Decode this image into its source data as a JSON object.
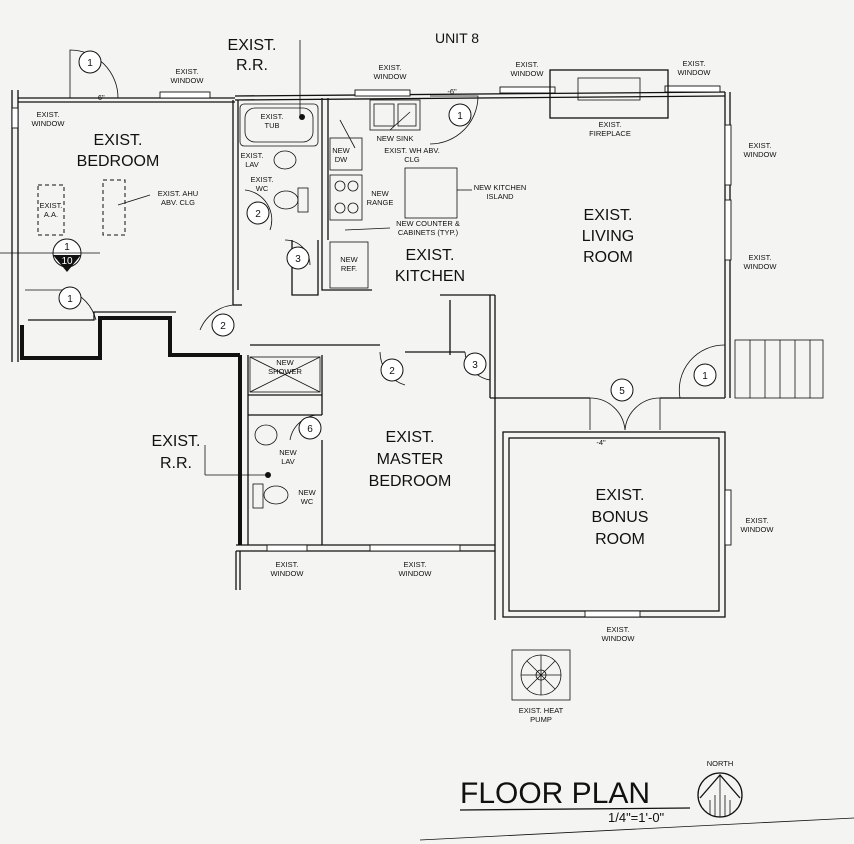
{
  "unit": "UNIT 8",
  "title": "FLOOR PLAN",
  "scale": "1/4\"=1'-0\"",
  "north_label": "NORTH",
  "rooms": {
    "bedroom": [
      "EXIST.",
      "BEDROOM"
    ],
    "rr_top": [
      "EXIST.",
      "R.R."
    ],
    "kitchen": [
      "EXIST.",
      "KITCHEN"
    ],
    "living": [
      "EXIST.",
      "LIVING",
      "ROOM"
    ],
    "rr_bottom": [
      "EXIST.",
      "R.R."
    ],
    "master": [
      "EXIST.",
      "MASTER",
      "BEDROOM"
    ],
    "bonus": [
      "EXIST.",
      "BONUS",
      "ROOM"
    ]
  },
  "notes": {
    "window": [
      "EXIST.",
      "WINDOW"
    ],
    "fireplace": [
      "EXIST.",
      "FIREPLACE"
    ],
    "tub": [
      "EXIST.",
      "TUB"
    ],
    "lav": [
      "EXIST.",
      "LAV"
    ],
    "wc": [
      "EXIST.",
      "WC"
    ],
    "new_sink": "NEW SINK",
    "new_dw": [
      "NEW",
      "DW"
    ],
    "wh": [
      "EXIST. WH ABV.",
      "CLG"
    ],
    "new_range": [
      "NEW",
      "RANGE"
    ],
    "new_ref": [
      "NEW",
      "REF."
    ],
    "island": [
      "NEW KITCHEN",
      "ISLAND"
    ],
    "counter": [
      "NEW COUNTER &",
      "CABINETS (TYP.)"
    ],
    "ahu": [
      "EXIST. AHU",
      "ABV. CLG"
    ],
    "aa": [
      "EXIST.",
      "A.A."
    ],
    "new_shower": [
      "NEW",
      "SHOWER"
    ],
    "new_lav": [
      "NEW",
      "LAV"
    ],
    "new_wc": [
      "NEW",
      "WC"
    ],
    "heat_pump": [
      "EXIST. HEAT",
      "PUMP"
    ],
    "dim_6": "-6\"",
    "dim_4": "-4\""
  },
  "door_tags": [
    "1",
    "1",
    "1",
    "1",
    "2",
    "2",
    "2",
    "3",
    "3",
    "5",
    "6"
  ],
  "section_tag": [
    "1",
    "10"
  ]
}
